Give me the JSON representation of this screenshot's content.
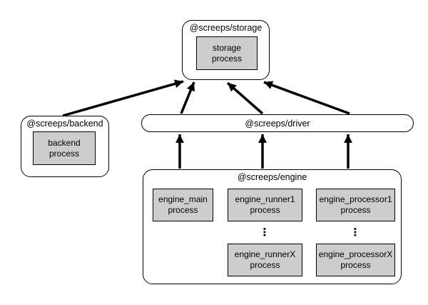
{
  "diagram": {
    "nodes": {
      "storage": {
        "label": "@screeps/storage",
        "process": "storage\nprocess"
      },
      "backend": {
        "label": "@screeps/backend",
        "process": "backend\nprocess"
      },
      "driver": {
        "label": "@screeps/driver"
      },
      "engine": {
        "label": "@screeps/engine",
        "processes": {
          "main": "engine_main\nprocess",
          "runner1": "engine_runner1\nprocess",
          "processor1": "engine_processor1\nprocess",
          "runnerX": "engine_runnerX\nprocess",
          "processorX": "engine_processorX\nprocess"
        },
        "ellipsis": "⋮"
      }
    },
    "edges": [
      {
        "from": "@screeps/backend",
        "to": "@screeps/storage"
      },
      {
        "from": "@screeps/driver",
        "to": "@screeps/storage"
      },
      {
        "from": "@screeps/driver",
        "to": "@screeps/storage"
      },
      {
        "from": "@screeps/driver",
        "to": "@screeps/storage"
      },
      {
        "from": "@screeps/engine",
        "to": "@screeps/driver"
      },
      {
        "from": "@screeps/engine",
        "to": "@screeps/driver"
      },
      {
        "from": "@screeps/engine",
        "to": "@screeps/driver"
      }
    ],
    "colors": {
      "process_fill": "#cdcdcd",
      "border": "#000000",
      "background": "#ffffff"
    }
  }
}
